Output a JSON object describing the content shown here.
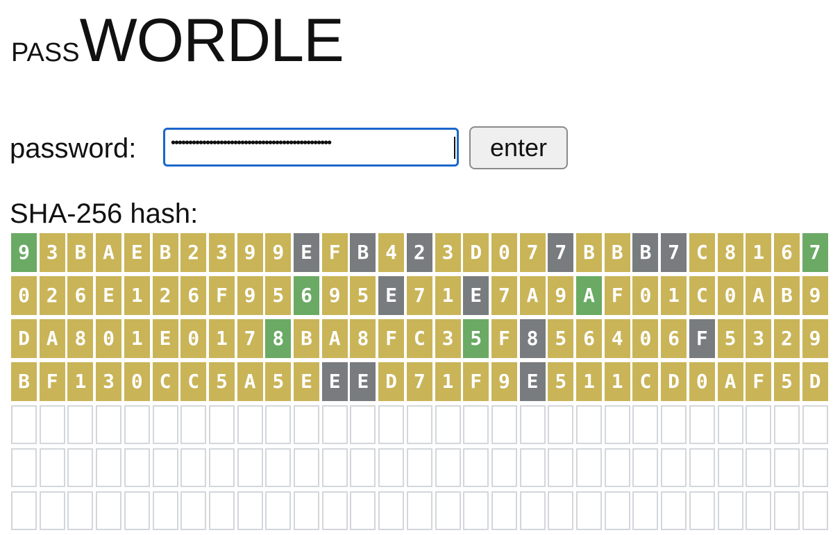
{
  "title": {
    "prefix": "pass",
    "main": "WORDLE"
  },
  "password": {
    "label": "password:",
    "masked_value": "••••••••••••••••••••••••••••••••••••••••••••••",
    "enter_label": "enter"
  },
  "hash": {
    "label": "SHA-256 hash:"
  },
  "colors": {
    "yellow": "#c9b458",
    "green": "#6aaa64",
    "gray": "#787c7e",
    "empty_border": "#d3d6da",
    "input_focus": "#1a66cc"
  },
  "board": {
    "guesses": [
      {
        "letters": [
          "9",
          "3",
          "B",
          "A",
          "E",
          "B",
          "2",
          "3",
          "9",
          "9",
          "E",
          "F",
          "B",
          "4",
          "2",
          "3",
          "D",
          "0",
          "7",
          "7",
          "B",
          "B",
          "B",
          "7",
          "C",
          "8",
          "1",
          "6",
          "7"
        ],
        "states": [
          "g",
          "y",
          "y",
          "y",
          "y",
          "y",
          "y",
          "y",
          "y",
          "y",
          "x",
          "y",
          "x",
          "y",
          "x",
          "y",
          "y",
          "y",
          "y",
          "x",
          "y",
          "y",
          "x",
          "x",
          "y",
          "y",
          "y",
          "y",
          "g"
        ]
      },
      {
        "letters": [
          "0",
          "2",
          "6",
          "E",
          "1",
          "2",
          "6",
          "F",
          "9",
          "5",
          "6",
          "9",
          "5",
          "E",
          "7",
          "1",
          "E",
          "7",
          "A",
          "9",
          "A",
          "F",
          "0",
          "1",
          "C",
          "0",
          "A",
          "B",
          "9"
        ],
        "states": [
          "y",
          "y",
          "y",
          "y",
          "y",
          "y",
          "y",
          "y",
          "y",
          "y",
          "g",
          "y",
          "y",
          "x",
          "y",
          "y",
          "x",
          "y",
          "y",
          "y",
          "g",
          "y",
          "y",
          "y",
          "y",
          "y",
          "y",
          "y",
          "y"
        ]
      },
      {
        "letters": [
          "D",
          "A",
          "8",
          "0",
          "1",
          "E",
          "0",
          "1",
          "7",
          "8",
          "B",
          "A",
          "8",
          "F",
          "C",
          "3",
          "5",
          "F",
          "8",
          "5",
          "6",
          "4",
          "0",
          "6",
          "F",
          "5",
          "3",
          "2",
          "9"
        ],
        "states": [
          "y",
          "y",
          "y",
          "y",
          "y",
          "y",
          "y",
          "y",
          "y",
          "g",
          "y",
          "y",
          "y",
          "y",
          "y",
          "y",
          "g",
          "y",
          "x",
          "y",
          "y",
          "y",
          "y",
          "y",
          "x",
          "y",
          "y",
          "y",
          "y"
        ]
      },
      {
        "letters": [
          "B",
          "F",
          "1",
          "3",
          "0",
          "C",
          "C",
          "5",
          "A",
          "5",
          "E",
          "E",
          "E",
          "D",
          "7",
          "1",
          "F",
          "9",
          "E",
          "5",
          "1",
          "1",
          "C",
          "D",
          "0",
          "A",
          "F",
          "5",
          "D"
        ],
        "states": [
          "y",
          "y",
          "y",
          "y",
          "y",
          "y",
          "y",
          "y",
          "y",
          "y",
          "y",
          "x",
          "x",
          "y",
          "y",
          "y",
          "y",
          "y",
          "x",
          "y",
          "y",
          "y",
          "y",
          "y",
          "y",
          "y",
          "y",
          "y",
          "y"
        ]
      }
    ],
    "empty_rows": 3,
    "columns": 29
  }
}
